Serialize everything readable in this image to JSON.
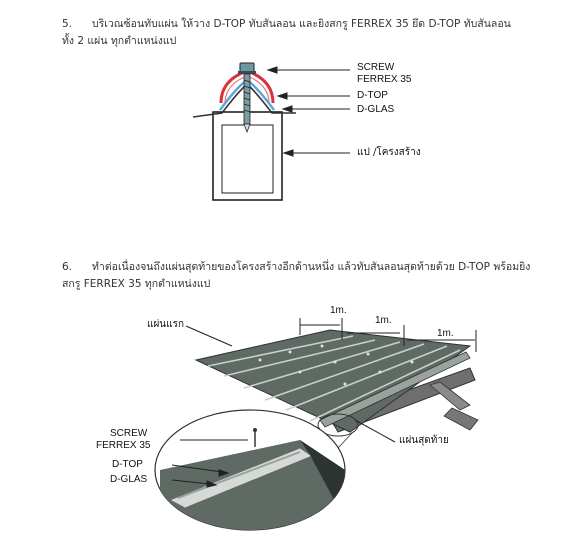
{
  "step5": {
    "number": "5.",
    "line1": "บริเวณซ้อนทับแผ่น ให้วาง D-TOP ทับสันลอน และยิงสกรู FERREX 35 ยึด D-TOP ทับสันลอน",
    "line2": "ทั้ง 2 แผ่น ทุกตำแหน่งแป"
  },
  "step6": {
    "number": "6.",
    "line1": "ทำต่อเนื่องจนถึงแผ่นสุดท้ายของโครงสร้างอีกด้านหนึ่ง แล้วทับสันลอนสุดท้ายด้วย D-TOP พร้อมยิง",
    "line2": "สกรู FERREX 35 ทุกตำแหน่งแป"
  },
  "diagram1": {
    "screw_line1": "SCREW",
    "screw_line2": "FERREX 35",
    "dtop": "D-TOP",
    "dglas": "D-GLAS",
    "purlin": "แป /โครงสร้าง"
  },
  "diagram2": {
    "first_sheet": "แผ่นแรก",
    "last_sheet": "แผ่นสุดท้าย",
    "spacing1": "1m.",
    "spacing2": "1m.",
    "spacing3": "1m.",
    "screw_line1": "SCREW",
    "screw_line2": "FERREX 35",
    "dtop": "D-TOP",
    "dglas": "D-GLAS"
  },
  "colors": {
    "dtop_red": "#d8323c",
    "dglas_blue": "#5aa6d6",
    "sheet_green": "#5e6a63",
    "rib_light": "#c9cfca"
  }
}
